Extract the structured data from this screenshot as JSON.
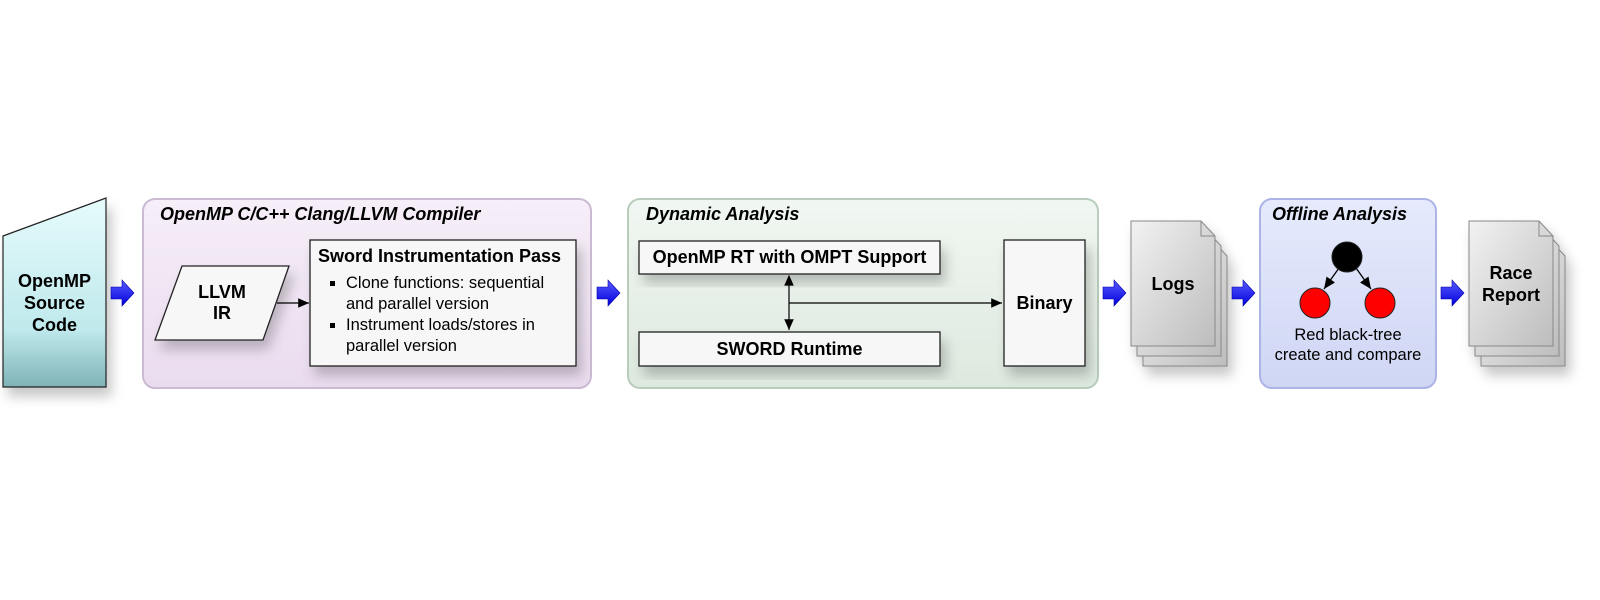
{
  "source": {
    "label_lines": [
      "OpenMP",
      "Source",
      "Code"
    ]
  },
  "compiler": {
    "title": "OpenMP C/C++ Clang/LLVM Compiler",
    "llvm_ir_lines": [
      "LLVM",
      "IR"
    ],
    "pass_title": "Sword Instrumentation Pass",
    "pass_items": [
      "Clone functions: sequential and parallel version",
      "Instrument loads/stores in parallel version"
    ]
  },
  "dynamic": {
    "title": "Dynamic Analysis",
    "omp_rt": "OpenMP RT with OMPT Support",
    "sword_runtime": "SWORD Runtime",
    "binary": "Binary"
  },
  "logs": {
    "label": "Logs"
  },
  "offline": {
    "title": "Offline Analysis",
    "caption_lines": [
      "Red black-tree",
      "create and compare"
    ]
  },
  "report": {
    "label_lines": [
      "Race",
      "Report"
    ]
  },
  "colors": {
    "source_fill": "#c9eef0",
    "compiler_fill": "#efe6f2",
    "dynamic_fill": "#e7f0e9",
    "offline_fill": "#dde2f7",
    "arrow": "#1a1aff",
    "node_red": "#ff0000",
    "node_black": "#000000",
    "doc_fill": "#d8d8d8"
  }
}
